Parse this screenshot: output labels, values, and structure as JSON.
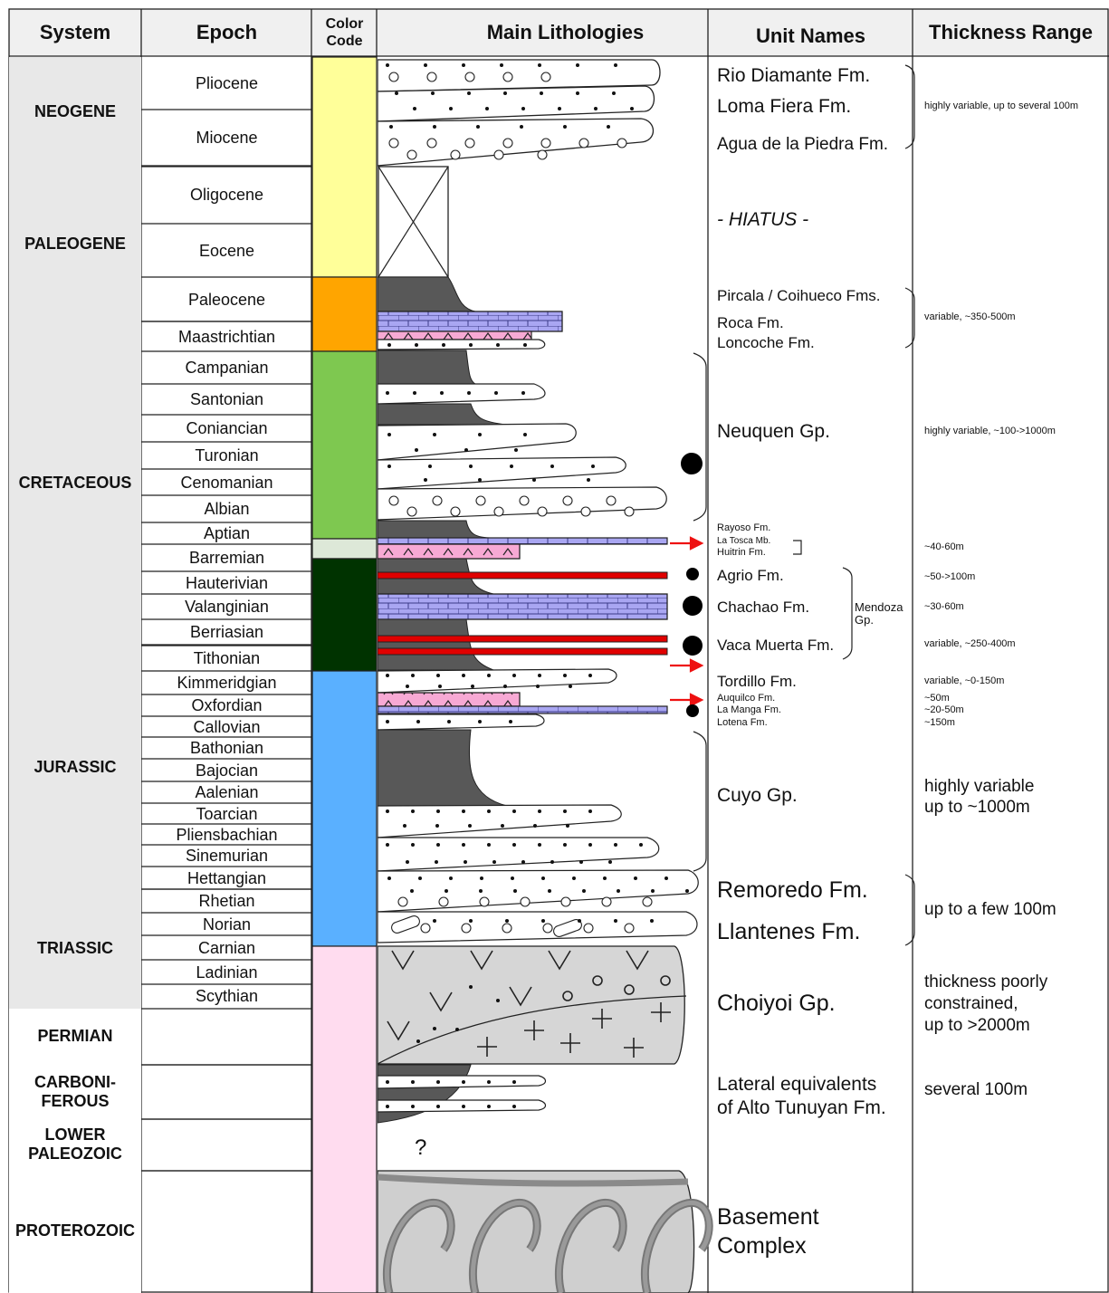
{
  "headers": {
    "system": "System",
    "epoch": "Epoch",
    "color_code": "Color Code",
    "lithologies": "Main Lithologies",
    "unit_names": "Unit Names",
    "thickness": "Thickness Range"
  },
  "systems": [
    {
      "name": "NEOGENE"
    },
    {
      "name": "PALEOGENE"
    },
    {
      "name": "CRETACEOUS"
    },
    {
      "name": "JURASSIC"
    },
    {
      "name": "TRIASSIC"
    },
    {
      "name": "PERMIAN"
    },
    {
      "name": "CARBONI-\nFEROUS"
    },
    {
      "name": "LOWER\nPALEOZOIC"
    },
    {
      "name": "PROTEROZOIC"
    }
  ],
  "epochs": [
    "Pliocene",
    "Miocene",
    "Oligocene",
    "Eocene",
    "Paleocene",
    "Maastrichtian",
    "Campanian",
    "Santonian",
    "Coniancian",
    "Turonian",
    "Cenomanian",
    "Albian",
    "Aptian",
    "Barremian",
    "Hauterivian",
    "Valanginian",
    "Berriasian",
    "Tithonian",
    "Kimmeridgian",
    "Oxfordian",
    "Callovian",
    "Bathonian",
    "Bajocian",
    "Aalenian",
    "Toarcian",
    "Pliensbachian",
    "Sinemurian",
    "Hettangian",
    "Rhetian",
    "Norian",
    "Carnian",
    "Ladinian",
    "Scythian"
  ],
  "color_code": {
    "yellow": "#ffff99",
    "orange": "#ffa500",
    "light_green": "#7ec850",
    "pale_green": "#dde8d8",
    "dark_green": "#003300",
    "blue": "#5ab0ff",
    "pink": "#ffdcef"
  },
  "colors": {
    "grid": "#222222",
    "header_bg": "#f0f0f0",
    "system_bg": "#e8e8e8",
    "shale": "#585858",
    "limestone": "#a9a6f2",
    "evaporite": "#f7a9d4",
    "source_rock": "#e00000",
    "volcanic": "#d6d6d6",
    "basement": "#cfcfcf",
    "basement_fold": "#9a9a9a",
    "arrow": "#ee1111"
  },
  "units": {
    "rio_diamante": "Rio Diamante Fm.",
    "loma_fiera": "Loma Fiera Fm.",
    "agua_piedra": "Agua de la Piedra Fm.",
    "hiatus": "- HIATUS -",
    "pircala": "Pircala / Coihueco Fms.",
    "roca": "Roca Fm.",
    "loncoche": "Loncoche Fm.",
    "neuquen": "Neuquen Gp.",
    "rayoso": "Rayoso Fm.",
    "la_tosca": "La Tosca Mb.",
    "huitrin": "Huitrin Fm.",
    "agrio": "Agrio Fm.",
    "chachao": "Chachao Fm.",
    "mendoza": "Mendoza\nGp.",
    "vaca_muerta": "Vaca Muerta Fm.",
    "tordillo": "Tordillo Fm.",
    "auquilco": "Auquilco Fm.",
    "la_manga": "La Manga Fm.",
    "lotena": "Lotena Fm.",
    "cuyo": "Cuyo Gp.",
    "remoredo": "Remoredo Fm.",
    "llantenes": "Llantenes Fm.",
    "choiyoi": "Choiyoi Gp.",
    "alto_tunuyan": "Lateral equivalents\nof Alto Tunuyan Fm.",
    "basement": "Basement\nComplex"
  },
  "thickness": {
    "neogene": "highly variable, up to several 100m",
    "pircala_group": "variable, ~350-500m",
    "neuquen": "highly variable, ~100->1000m",
    "huitrin": "~40-60m",
    "agrio": "~50->100m",
    "chachao": "~30-60m",
    "vaca_muerta": "variable, ~250-400m",
    "tordillo": "variable, ~0-150m",
    "auquilco": "~50m",
    "la_manga": "~20-50m",
    "lotena": "~150m",
    "cuyo": "highly variable\nup to ~1000m",
    "remoredo": "up to a few 100m",
    "choiyoi": "thickness poorly\nconstrained,\nup to >2000m",
    "alto_tunuyan": "several 100m"
  },
  "question_mark": "?"
}
